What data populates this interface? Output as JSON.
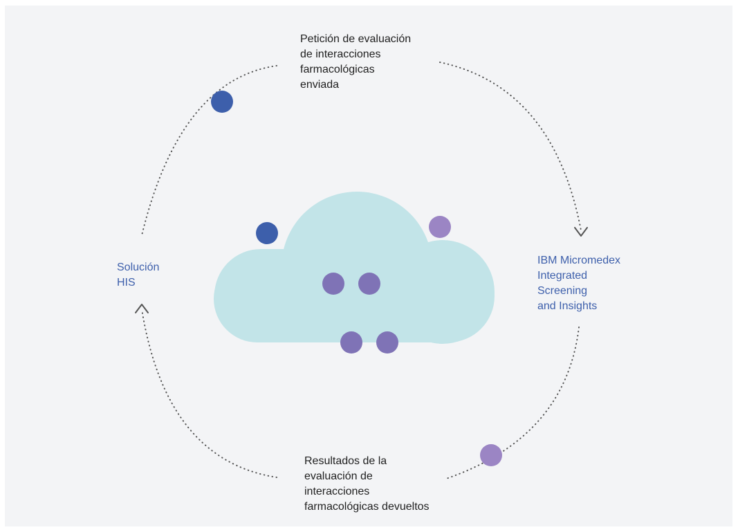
{
  "diagram": {
    "nodes": {
      "his": {
        "label": "Solución\nHIS"
      },
      "ibm": {
        "label": "IBM Micromedex\nIntegrated\nScreening\nand Insights"
      }
    },
    "flows": {
      "request": {
        "label": "Petición de evaluación\nde interacciones\nfarmacológicas\nenviada"
      },
      "results": {
        "label": "Resultados de la\nevaluación de\ninteracciones\nfarmacológicas devueltos"
      }
    },
    "colors": {
      "background": "#f3f4f6",
      "cloud": "#c2e4e8",
      "node_blue": "#3d5fab",
      "node_purple_light": "#9b85c4",
      "node_purple": "#7f73b6",
      "path": "#555555",
      "label_dark": "#1f1f1f",
      "label_blue": "#3d5fab"
    }
  }
}
